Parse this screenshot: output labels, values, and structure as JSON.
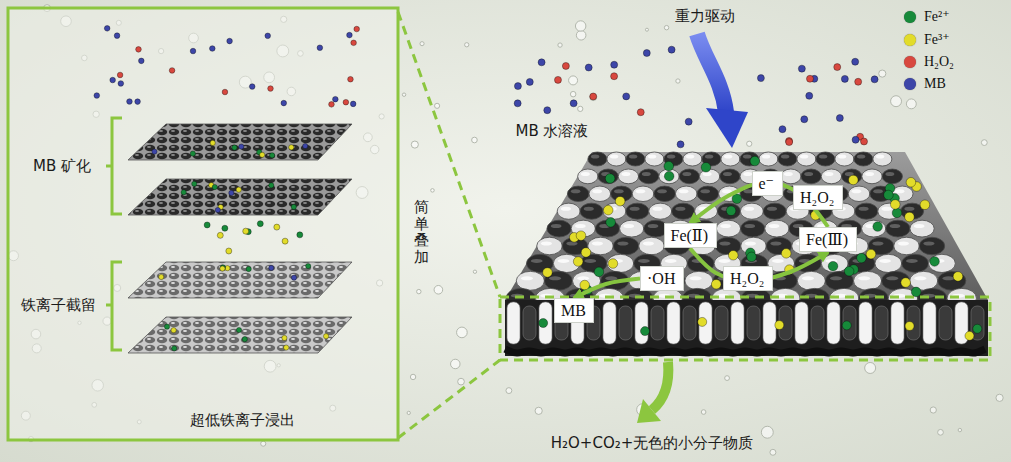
{
  "diagram": {
    "nodes": [
      {
        "text": [
          "e⁻"
        ]
      },
      {
        "text": [
          "H₂O₂"
        ]
      },
      {
        "text": [
          "Fe(Ⅱ)"
        ]
      },
      {
        "text": [
          "Fe(Ⅲ)"
        ]
      },
      {
        "text": [
          "H₂O₂"
        ]
      },
      {
        "text": [
          "·OH"
        ]
      },
      {
        "text": [
          "MB"
        ]
      }
    ],
    "edges": [
      {
        "from": 3,
        "to": 2,
        "arrow": "to"
      },
      {
        "from": 2,
        "to": 3,
        "arrow": "to"
      },
      {
        "from": 5,
        "to": 6,
        "arrow": "to"
      }
    ],
    "labels": [
      "重力驱动",
      "MB 水溶液",
      "MB 矿化",
      "铁离子截留",
      "超低铁离子浸出",
      "简单叠加",
      "H₂O+CO₂+无色的小分子物质"
    ],
    "legend": [
      {
        "text": "Fe²⁺",
        "color": "#178a3a"
      },
      {
        "text": "Fe³⁺",
        "color": "#e2dc2a"
      },
      {
        "text": "H₂O₂",
        "color": "#d8483f"
      },
      {
        "text": "MB",
        "color": "#3d46a8"
      }
    ]
  }
}
